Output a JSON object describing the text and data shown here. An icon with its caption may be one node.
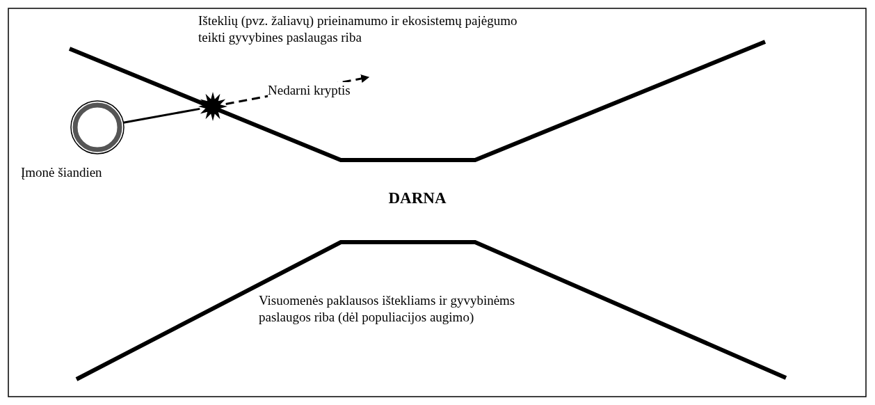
{
  "diagram": {
    "nodes": [
      {
        "text": [],
        "shape": "circle",
        "beside": [
          "Įmonė šiandien"
        ]
      },
      {
        "text": [],
        "shape": "star"
      }
    ],
    "edges": [
      {
        "from": 0,
        "to": 1,
        "arrow": "none"
      },
      {
        "from": 1,
        "to": null,
        "arrow": "to",
        "style": "dashed",
        "label": "Nedarni kryptis"
      }
    ],
    "labels": [
      "Išteklių (pvz. žaliavų) prieinamumo ir ekosistemų pajėgumo teikti gyvybines paslaugas riba",
      "DARNA",
      "Visuomenės paklausos ištekliams ir gyvybinėms paslaugos riba (dėl populiacijos augimo)"
    ]
  }
}
